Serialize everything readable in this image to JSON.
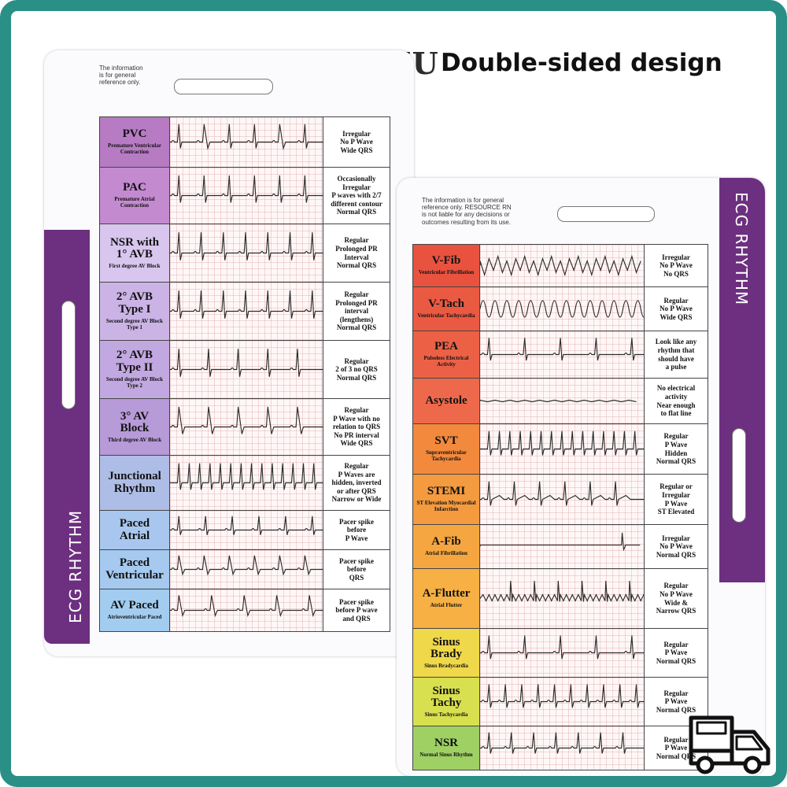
{
  "brand": "SUMU",
  "tagline": "Double-sided design",
  "left_card": {
    "note": "The information\nis for general\nreference only.",
    "side_label": "ECG RHYTHM",
    "rows": [
      {
        "name": "PVC",
        "sub": "Premature Ventricular Contraction",
        "desc": "Irregular\nNo P Wave\nWide QRS",
        "color": "#b77bc4",
        "pattern": "pvc"
      },
      {
        "name": "PAC",
        "sub": "Premature Atrial Contraction",
        "desc": "Occasionally\nIrregular\nP waves with 2/7\ndifferent contour\nNormal QRS",
        "color": "#c48ad0",
        "pattern": "pac"
      },
      {
        "name": "NSR with\n1° AVB",
        "sub": "First degree AV Block",
        "desc": "Regular\nProlonged PR\nInterval\nNormal QRS",
        "color": "#d8c6ee",
        "pattern": "avb1"
      },
      {
        "name": "2° AVB\nType I",
        "sub": "Second degree AV Block Type 1",
        "desc": "Regular\nProlonged PR\ninterval\n(lengthens)\nNormal QRS",
        "color": "#cbb3e6",
        "pattern": "avb2"
      },
      {
        "name": "2° AVB\nType II",
        "sub": "Second degree AV Block Type 2",
        "desc": "Regular\n2 of 3 no QRS\nNormal QRS",
        "color": "#c2a8e0",
        "pattern": "avb2b"
      },
      {
        "name": "3° AV\nBlock",
        "sub": "Third degree AV Block",
        "desc": "Regular\nP Wave with no\nrelation to QRS\nNo PR interval\nWide QRS",
        "color": "#b79ad8",
        "pattern": "avb3"
      },
      {
        "name": "Junctional\nRhythm",
        "sub": "",
        "desc": "Regular\nP Waves are\nhidden, inverted\nor after QRS\nNarrow or Wide",
        "color": "#aebde6",
        "pattern": "junct"
      },
      {
        "name": "Paced\nAtrial",
        "sub": "",
        "desc": "Pacer spike\nbefore\nP Wave",
        "color": "#a9c7ee",
        "pattern": "pacedA"
      },
      {
        "name": "Paced\nVentricular",
        "sub": "",
        "desc": "Pacer spike\nbefore\nQRS",
        "color": "#a5c9ef",
        "pattern": "pacedV"
      },
      {
        "name": "AV Paced",
        "sub": "Atrioventricular Paced",
        "desc": "Pacer spike\nbefore P wave\nand QRS",
        "color": "#a3cdf0",
        "pattern": "pacedAV"
      }
    ]
  },
  "right_card": {
    "note": "The information is for general\nreference only. RESOURCE RN\nis not liable for any decisions or\noutcomes resulting from its use.",
    "side_label": "ECG RHYTHM",
    "rows": [
      {
        "name": "V-Fib",
        "sub": "Ventricular Fibrillation",
        "desc": "Irregular\nNo P Wave\nNo QRS",
        "color": "#e8523f",
        "pattern": "vfib"
      },
      {
        "name": "V-Tach",
        "sub": "Ventricular Tachycardia",
        "desc": "Regular\nNo P Wave\nWide QRS",
        "color": "#ea5a42",
        "pattern": "vtach"
      },
      {
        "name": "PEA",
        "sub": "Pulseless Electrical Activity",
        "desc": "Look like any\nrhythm that\nshould have\na pulse",
        "color": "#ec6146",
        "pattern": "pea"
      },
      {
        "name": "Asystole",
        "sub": "",
        "desc": "No electrical\nactivity\nNear enough\nto flat line",
        "color": "#ee694b",
        "pattern": "asys"
      },
      {
        "name": "SVT",
        "sub": "Supraventricular Tachycardia",
        "desc": "Regular\nP Wave\nHidden\nNormal QRS",
        "color": "#f3893d",
        "pattern": "svt"
      },
      {
        "name": "STEMI",
        "sub": "ST Elevation Myocardial Infarction",
        "desc": "Regular or\nIrregular\nP Wave\nST Elevated",
        "color": "#f49a3f",
        "pattern": "stemi"
      },
      {
        "name": "A-Fib",
        "sub": "Atrial Fibrillation",
        "desc": "Irregular\nNo P Wave\nNormal QRS",
        "color": "#f6a640",
        "pattern": "afib"
      },
      {
        "name": "A-Flutter",
        "sub": "Atrial Flutter",
        "desc": "Regular\nNo P Wave\nWide &\nNarrow QRS",
        "color": "#f7b043",
        "pattern": "aflut"
      },
      {
        "name": "Sinus\nBrady",
        "sub": "Sinus Bradycardia",
        "desc": "Regular\nP Wave\nNormal QRS",
        "color": "#efd84a",
        "pattern": "brady"
      },
      {
        "name": "Sinus\nTachy",
        "sub": "Sinus Tachycardia",
        "desc": "Regular\nP Wave\nNormal QRS",
        "color": "#d9e04f",
        "pattern": "tachy"
      },
      {
        "name": "NSR",
        "sub": "Normal Sinus Rhythm",
        "desc": "Regular\nP Wave\nNormal QRS",
        "color": "#9fd064",
        "pattern": "nsr"
      }
    ]
  },
  "icons": {
    "truck": "delivery-truck-icon"
  }
}
